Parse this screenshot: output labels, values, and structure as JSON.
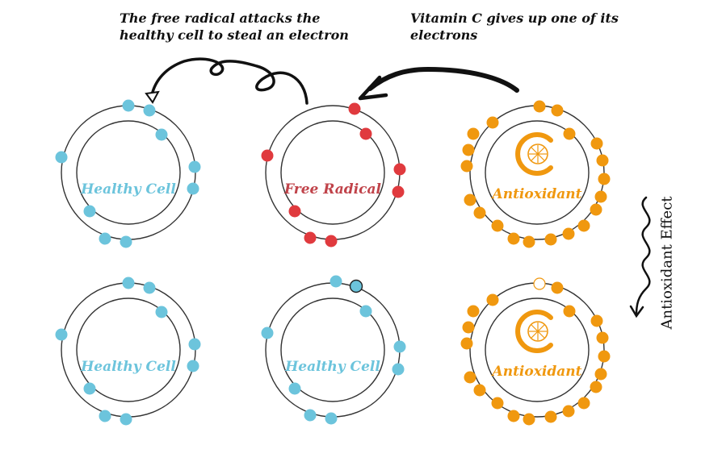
{
  "captions": {
    "attack": "The free radical attacks the healthy cell to steal an electron",
    "vitamin": "Vitamin C gives up one of its electrons"
  },
  "side_label": "Antioxidant Effect",
  "cells": [
    {
      "id": "top-left",
      "label": "Healthy Cell",
      "kind": "healthy"
    },
    {
      "id": "top-middle",
      "label": "Free Radical",
      "kind": "radical"
    },
    {
      "id": "top-right",
      "label": "Antioxidant",
      "kind": "antioxidant"
    },
    {
      "id": "bottom-left",
      "label": "Healthy Cell",
      "kind": "healthy"
    },
    {
      "id": "bottom-middle",
      "label": "Healthy Cell",
      "kind": "healthy-received"
    },
    {
      "id": "bottom-right",
      "label": "Antioxidant",
      "kind": "antioxidant-donated"
    }
  ],
  "colors": {
    "healthy": "#6cc4dc",
    "radical": "#e03a3e",
    "radical_text": "#c0434a",
    "antioxidant": "#f0980f",
    "ring": "#333333"
  },
  "icons": {
    "antioxidant": "citrus-c-icon",
    "arrows": [
      "curved-arrow-icon",
      "curved-arrow-icon",
      "squiggle-arrow-icon"
    ]
  }
}
